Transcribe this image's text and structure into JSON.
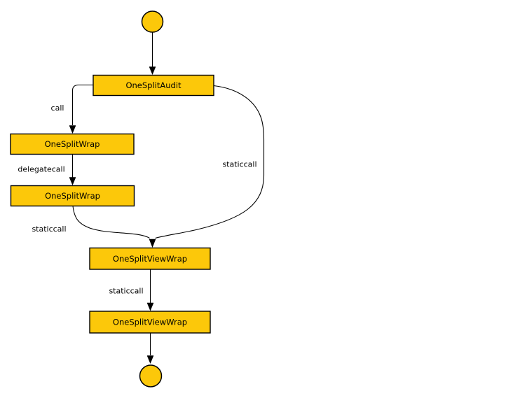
{
  "diagram": {
    "kind": "contract-call-graph-flowchart",
    "colors": {
      "node_fill": "#FCC80A",
      "node_stroke": "#000000",
      "edge_stroke": "#000000",
      "text_color": "#000000",
      "background": "#FFFFFF"
    },
    "nodes": {
      "start": {
        "shape": "circle"
      },
      "audit": {
        "label": "OneSplitAudit"
      },
      "wrap1": {
        "label": "OneSplitWrap"
      },
      "wrap2": {
        "label": "OneSplitWrap"
      },
      "view1": {
        "label": "OneSplitViewWrap"
      },
      "view2": {
        "label": "OneSplitViewWrap"
      },
      "end": {
        "shape": "circle"
      }
    },
    "edges": {
      "audit_to_wrap1": {
        "label": "call"
      },
      "wrap1_to_wrap2": {
        "label": "delegatecall"
      },
      "wrap2_to_view1": {
        "label": "staticcall"
      },
      "audit_to_view1": {
        "label": "staticcall"
      },
      "view1_to_view2": {
        "label": "staticcall"
      }
    }
  }
}
